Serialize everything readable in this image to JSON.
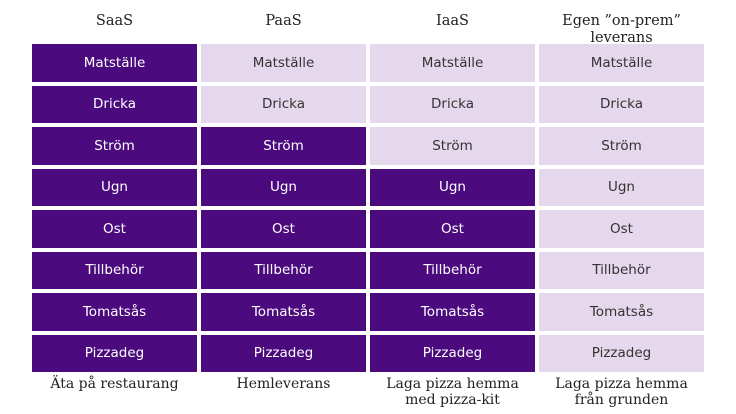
{
  "columns": [
    {
      "header": "SaaS",
      "footer": [
        "Äta på restaurang"
      ],
      "managed_count": 8
    },
    {
      "header": "PaaS",
      "footer": [
        "Hemleverans"
      ],
      "managed_count": 6
    },
    {
      "header": "IaaS",
      "footer": [
        "Laga pizza hemma",
        "med pizza-kit"
      ],
      "managed_count": 5
    },
    {
      "header": "Egen ”on-prem” leverans",
      "footer": [
        "Laga pizza hemma",
        "från grunden"
      ],
      "managed_count": 0
    }
  ],
  "rows": [
    "Matställe",
    "Dricka",
    "Ström",
    "Ugn",
    "Ost",
    "Tillbehör",
    "Tomatsås",
    "Pizzadeg"
  ],
  "colors": {
    "managed": "#4b0a7d",
    "self": "#e5d8ec"
  }
}
